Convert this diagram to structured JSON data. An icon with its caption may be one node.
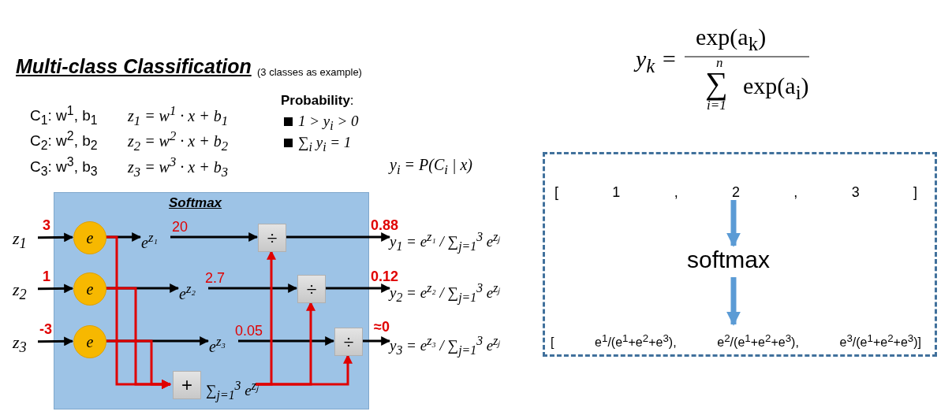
{
  "diagram": {
    "title": "Multi-class Classification",
    "nodes": [
      {
        "text": [
          "Softmax"
        ]
      },
      {
        "text": [
          "z$_{1}$"
        ]
      },
      {
        "text": [
          "z$_{2}$"
        ]
      },
      {
        "text": [
          "z$_{3}$"
        ]
      },
      {
        "text": [
          "e"
        ],
        "in": 0
      },
      {
        "text": [
          "e"
        ],
        "in": 0
      },
      {
        "text": [
          "e"
        ],
        "in": 0
      },
      {
        "text": [
          "e$^{z₁}$"
        ],
        "in": 0
      },
      {
        "text": [
          "e$^{z₂}$"
        ],
        "in": 0
      },
      {
        "text": [
          "e$^{z₃}$"
        ],
        "in": 0
      },
      {
        "text": [
          "÷"
        ],
        "in": 0
      },
      {
        "text": [
          "÷"
        ],
        "in": 0
      },
      {
        "text": [
          "÷"
        ],
        "in": 0
      },
      {
        "text": [
          "+"
        ],
        "in": 0,
        "beside": [
          "∑$_{j=1}$$^{3}$ e$^{zⱼ}$"
        ]
      },
      {
        "text": [
          "y$_{1}$ = e$^{z₁}$ / ∑$_{j=1}$$^{3}$ e$^{zⱼ}$"
        ]
      },
      {
        "text": [
          "y$_{2}$ = e$^{z₂}$ / ∑$_{j=1}$$^{3}$ e$^{zⱼ}$"
        ]
      },
      {
        "text": [
          "y$_{3}$ = e$^{z₃}$ / ∑$_{j=1}$$^{3}$ e$^{zⱼ}$"
        ]
      },
      {
        "text": [],
        "shape": "box"
      },
      {
        "text": [
          "[ 1 , 2 , 3 ]"
        ],
        "in": 17
      },
      {
        "text": [
          "softmax"
        ],
        "in": 17
      },
      {
        "text": [
          "[ e$^{1}$/(e$^{1}$+e$^{2}$+e$^{3}$), e$^{2}$/(e$^{1}$+e$^{2}$+e$^{3}$), e$^{3}$/(e$^{1}$+e$^{2}$+e$^{3}$)]"
        ],
        "in": 17
      }
    ],
    "edges": [
      {
        "from": 1,
        "to": 4,
        "arrow": "to",
        "label": "3"
      },
      {
        "from": 2,
        "to": 5,
        "arrow": "to",
        "label": "1"
      },
      {
        "from": 3,
        "to": 6,
        "arrow": "to",
        "label": "-3"
      },
      {
        "from": 4,
        "to": 7,
        "arrow": "to"
      },
      {
        "from": 5,
        "to": 8,
        "arrow": "to"
      },
      {
        "from": 6,
        "to": 9,
        "arrow": "to"
      },
      {
        "from": 7,
        "to": 10,
        "arrow": "to",
        "label": "20"
      },
      {
        "from": 8,
        "to": 11,
        "arrow": "to",
        "label": "2.7"
      },
      {
        "from": 9,
        "to": 12,
        "arrow": "to",
        "label": "0.05"
      },
      {
        "from": 10,
        "to": 14,
        "arrow": "to",
        "label": "0.88"
      },
      {
        "from": 11,
        "to": 15,
        "arrow": "to",
        "label": "0.12"
      },
      {
        "from": 12,
        "to": 16,
        "arrow": "to",
        "label": "≈0"
      },
      {
        "from": 4,
        "to": 13,
        "arrow": "to",
        "color": "#e00000"
      },
      {
        "from": 5,
        "to": 13,
        "arrow": "to",
        "color": "#e00000"
      },
      {
        "from": 6,
        "to": 13,
        "arrow": "to",
        "color": "#e00000"
      },
      {
        "from": 13,
        "to": 10,
        "arrow": "to",
        "color": "#e00000"
      },
      {
        "from": 13,
        "to": 11,
        "arrow": "to",
        "color": "#e00000"
      },
      {
        "from": 13,
        "to": 12,
        "arrow": "to",
        "color": "#e00000"
      },
      {
        "from": 18,
        "to": 19,
        "arrow": "to",
        "style": "thick",
        "color": "#5b9bd5"
      },
      {
        "from": 19,
        "to": 20,
        "arrow": "to",
        "style": "thick",
        "color": "#5b9bd5"
      }
    ],
    "labels": [
      "(3 classes as example)",
      "y$_{k}$ =",
      "exp(a$_{k}$)",
      "n",
      "∑",
      "i=1",
      "exp(a$_{i}$)",
      "C$_{1}$: w$^{1}$, b$_{1}$",
      "z$_{1}$ = w$^{1}$ · x + b$_{1}$",
      "**Probability**:",
      "1 > y$_{i}$ > 0",
      "C$_{2}$: w$^{2}$, b$_{2}$",
      "z$_{2}$ = w$^{2}$ · x + b$_{2}$",
      "∑$_{i}$ y$_{i}$ = 1",
      "C$_{3}$: w$^{3}$, b$_{3}$",
      "z$_{3}$ = w$^{3}$ · x + b$_{3}$",
      "y$_{i}$ = P(C$_{i}$ | x)"
    ]
  }
}
